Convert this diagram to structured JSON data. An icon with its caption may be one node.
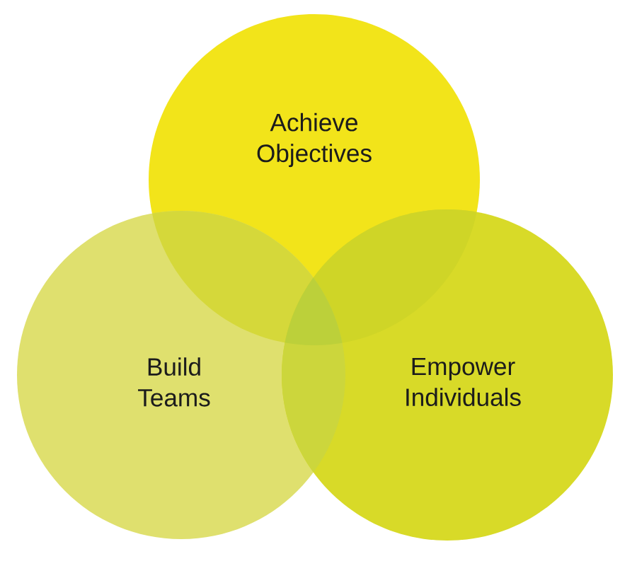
{
  "diagram": {
    "nodes": [
      {
        "text": [
          "Achieve Objectives"
        ]
      },
      {
        "text": [
          "Build Teams"
        ]
      },
      {
        "text": [
          "Empower Individuals"
        ]
      }
    ]
  }
}
